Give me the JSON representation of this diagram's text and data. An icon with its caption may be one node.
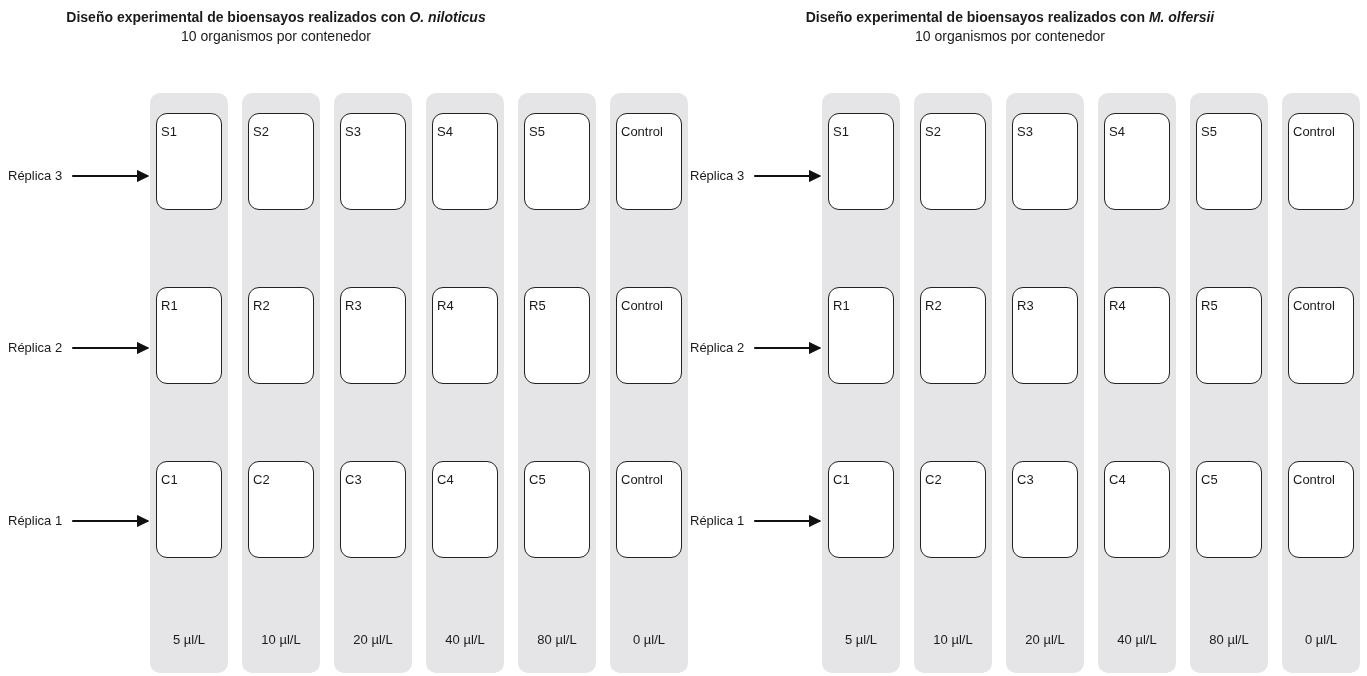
{
  "diagram": {
    "nodes": [
      {
        "text": [
          "Réplica 3"
        ]
      },
      {
        "text": [
          "Réplica 2"
        ]
      },
      {
        "text": [
          "Réplica 1"
        ]
      },
      {
        "text": [
          "5 µl/L"
        ]
      },
      {
        "text": [
          "S1"
        ],
        "in": 3
      },
      {
        "text": [
          "R1"
        ],
        "in": 3
      },
      {
        "text": [
          "C1"
        ],
        "in": 3
      },
      {
        "text": [
          "10 µl/L"
        ]
      },
      {
        "text": [
          "S2"
        ],
        "in": 7
      },
      {
        "text": [
          "R2"
        ],
        "in": 7
      },
      {
        "text": [
          "C2"
        ],
        "in": 7
      },
      {
        "text": [
          "20 µl/L"
        ]
      },
      {
        "text": [
          "S3"
        ],
        "in": 11
      },
      {
        "text": [
          "R3"
        ],
        "in": 11
      },
      {
        "text": [
          "C3"
        ],
        "in": 11
      },
      {
        "text": [
          "40 µl/L"
        ]
      },
      {
        "text": [
          "S4"
        ],
        "in": 15
      },
      {
        "text": [
          "R4"
        ],
        "in": 15
      },
      {
        "text": [
          "C4"
        ],
        "in": 15
      },
      {
        "text": [
          "80 µl/L"
        ]
      },
      {
        "text": [
          "S5"
        ],
        "in": 19
      },
      {
        "text": [
          "R5"
        ],
        "in": 19
      },
      {
        "text": [
          "C5"
        ],
        "in": 19
      },
      {
        "text": [
          "0 µl/L"
        ]
      },
      {
        "text": [
          "Control"
        ],
        "in": 23
      },
      {
        "text": [
          "Control"
        ],
        "in": 23
      },
      {
        "text": [
          "Control"
        ],
        "in": 23
      },
      {
        "text": [
          "Réplica 3"
        ]
      },
      {
        "text": [
          "Réplica 2"
        ]
      },
      {
        "text": [
          "Réplica 1"
        ]
      },
      {
        "text": [
          "5 µl/L"
        ]
      },
      {
        "text": [
          "S1"
        ],
        "in": 30
      },
      {
        "text": [
          "R1"
        ],
        "in": 30
      },
      {
        "text": [
          "C1"
        ],
        "in": 30
      },
      {
        "text": [
          "10 µl/L"
        ]
      },
      {
        "text": [
          "S2"
        ],
        "in": 34
      },
      {
        "text": [
          "R2"
        ],
        "in": 34
      },
      {
        "text": [
          "C2"
        ],
        "in": 34
      },
      {
        "text": [
          "20 µl/L"
        ]
      },
      {
        "text": [
          "S3"
        ],
        "in": 38
      },
      {
        "text": [
          "R3"
        ],
        "in": 38
      },
      {
        "text": [
          "C3"
        ],
        "in": 38
      },
      {
        "text": [
          "40 µl/L"
        ]
      },
      {
        "text": [
          "S4"
        ],
        "in": 42
      },
      {
        "text": [
          "R4"
        ],
        "in": 42
      },
      {
        "text": [
          "C4"
        ],
        "in": 42
      },
      {
        "text": [
          "80 µl/L"
        ]
      },
      {
        "text": [
          "S5"
        ],
        "in": 46
      },
      {
        "text": [
          "R5"
        ],
        "in": 46
      },
      {
        "text": [
          "C5"
        ],
        "in": 46
      },
      {
        "text": [
          "0 µl/L"
        ]
      },
      {
        "text": [
          "Control"
        ],
        "in": 50
      },
      {
        "text": [
          "Control"
        ],
        "in": 50
      },
      {
        "text": [
          "Control"
        ],
        "in": 50
      }
    ],
    "edges": [
      {
        "from": 0,
        "to": 3,
        "arrow": "to"
      },
      {
        "from": 1,
        "to": 3,
        "arrow": "to"
      },
      {
        "from": 2,
        "to": 3,
        "arrow": "to"
      },
      {
        "from": 27,
        "to": 30,
        "arrow": "to"
      },
      {
        "from": 28,
        "to": 30,
        "arrow": "to"
      },
      {
        "from": 29,
        "to": 30,
        "arrow": "to"
      }
    ],
    "labels": [
      "Diseño experimental de bioensayos realizados con *O. niloticus*",
      "10 organismos por contenedor",
      "Diseño experimental de bioensayos realizados con *M. olfersii*",
      "10 organismos por contenedor"
    ]
  }
}
